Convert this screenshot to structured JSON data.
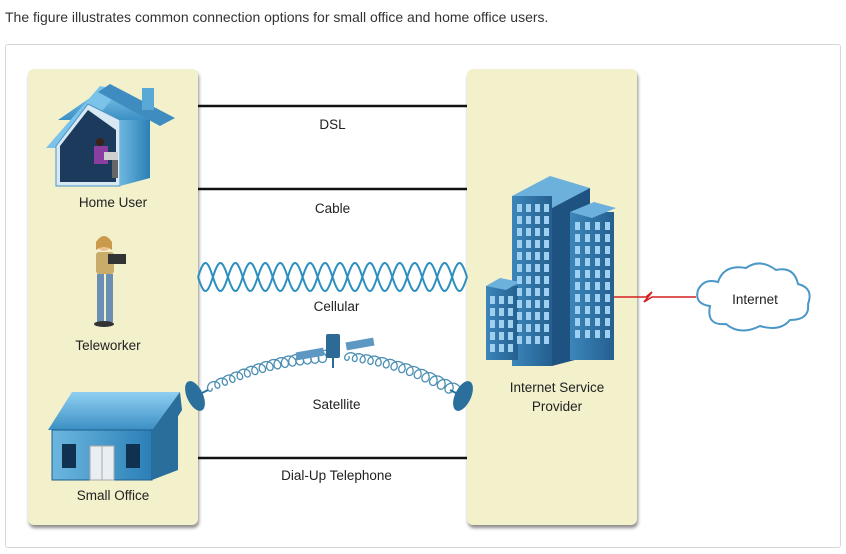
{
  "caption": "The figure illustrates common connection options for small office and home office users.",
  "left_panel": {
    "home_user": "Home User",
    "teleworker": "Teleworker",
    "small_office": "Small Office"
  },
  "right_panel": {
    "isp_line1": "Internet Service",
    "isp_line2": "Provider"
  },
  "connections": {
    "dsl": "DSL",
    "cable": "Cable",
    "cellular": "Cellular",
    "satellite": "Satellite",
    "dialup": "Dial-Up Telephone"
  },
  "internet": "Internet",
  "colors": {
    "panel": "#f3f0cc",
    "wire": "#111111",
    "cellular_wave": "#2c8fc0",
    "satellite_wave": "#4a8fb3",
    "red_link": "#d42020",
    "cloud_stroke": "#4b97c8",
    "building": "#2f74a7"
  }
}
